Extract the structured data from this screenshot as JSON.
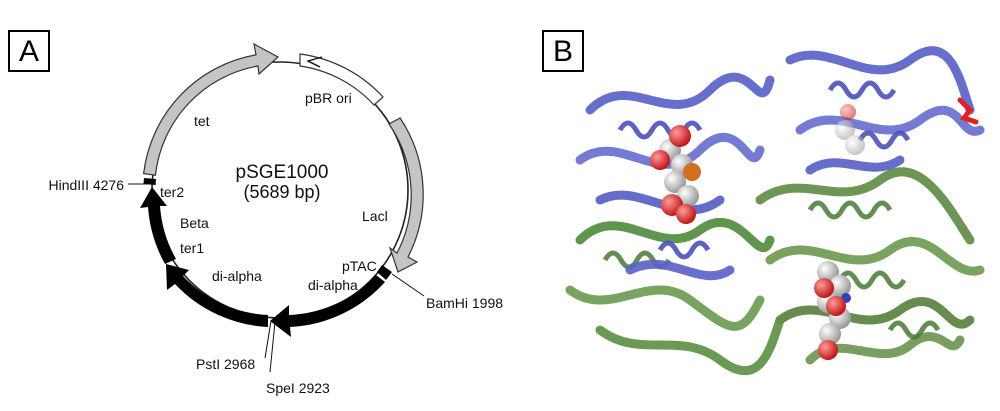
{
  "panel_a": {
    "letter": "A",
    "plasmid_name": "pSGE1000",
    "plasmid_size": "(5689 bp)",
    "features": {
      "tet": "tet",
      "pbr_ori": "pBR ori",
      "lacl": "Lacl",
      "ptac": "pTAC",
      "di_alpha_right": "di-alpha",
      "di_alpha_left": "di-alpha",
      "ter1": "ter1",
      "beta": "Beta",
      "ter2": "ter2"
    },
    "sites": {
      "hindiii": "HindIII 4276",
      "bamhi": "BamHi 1998",
      "psti": "PstI 2968",
      "spei": "SpeI 2923"
    }
  },
  "panel_b": {
    "letter": "B",
    "colors": {
      "chain_alpha": "#5b63c9",
      "chain_beta": "#5e8a44",
      "heme_oxygen": "#e03030",
      "heme_carbon": "#c8c8c8",
      "highlight": "#e02020"
    }
  }
}
